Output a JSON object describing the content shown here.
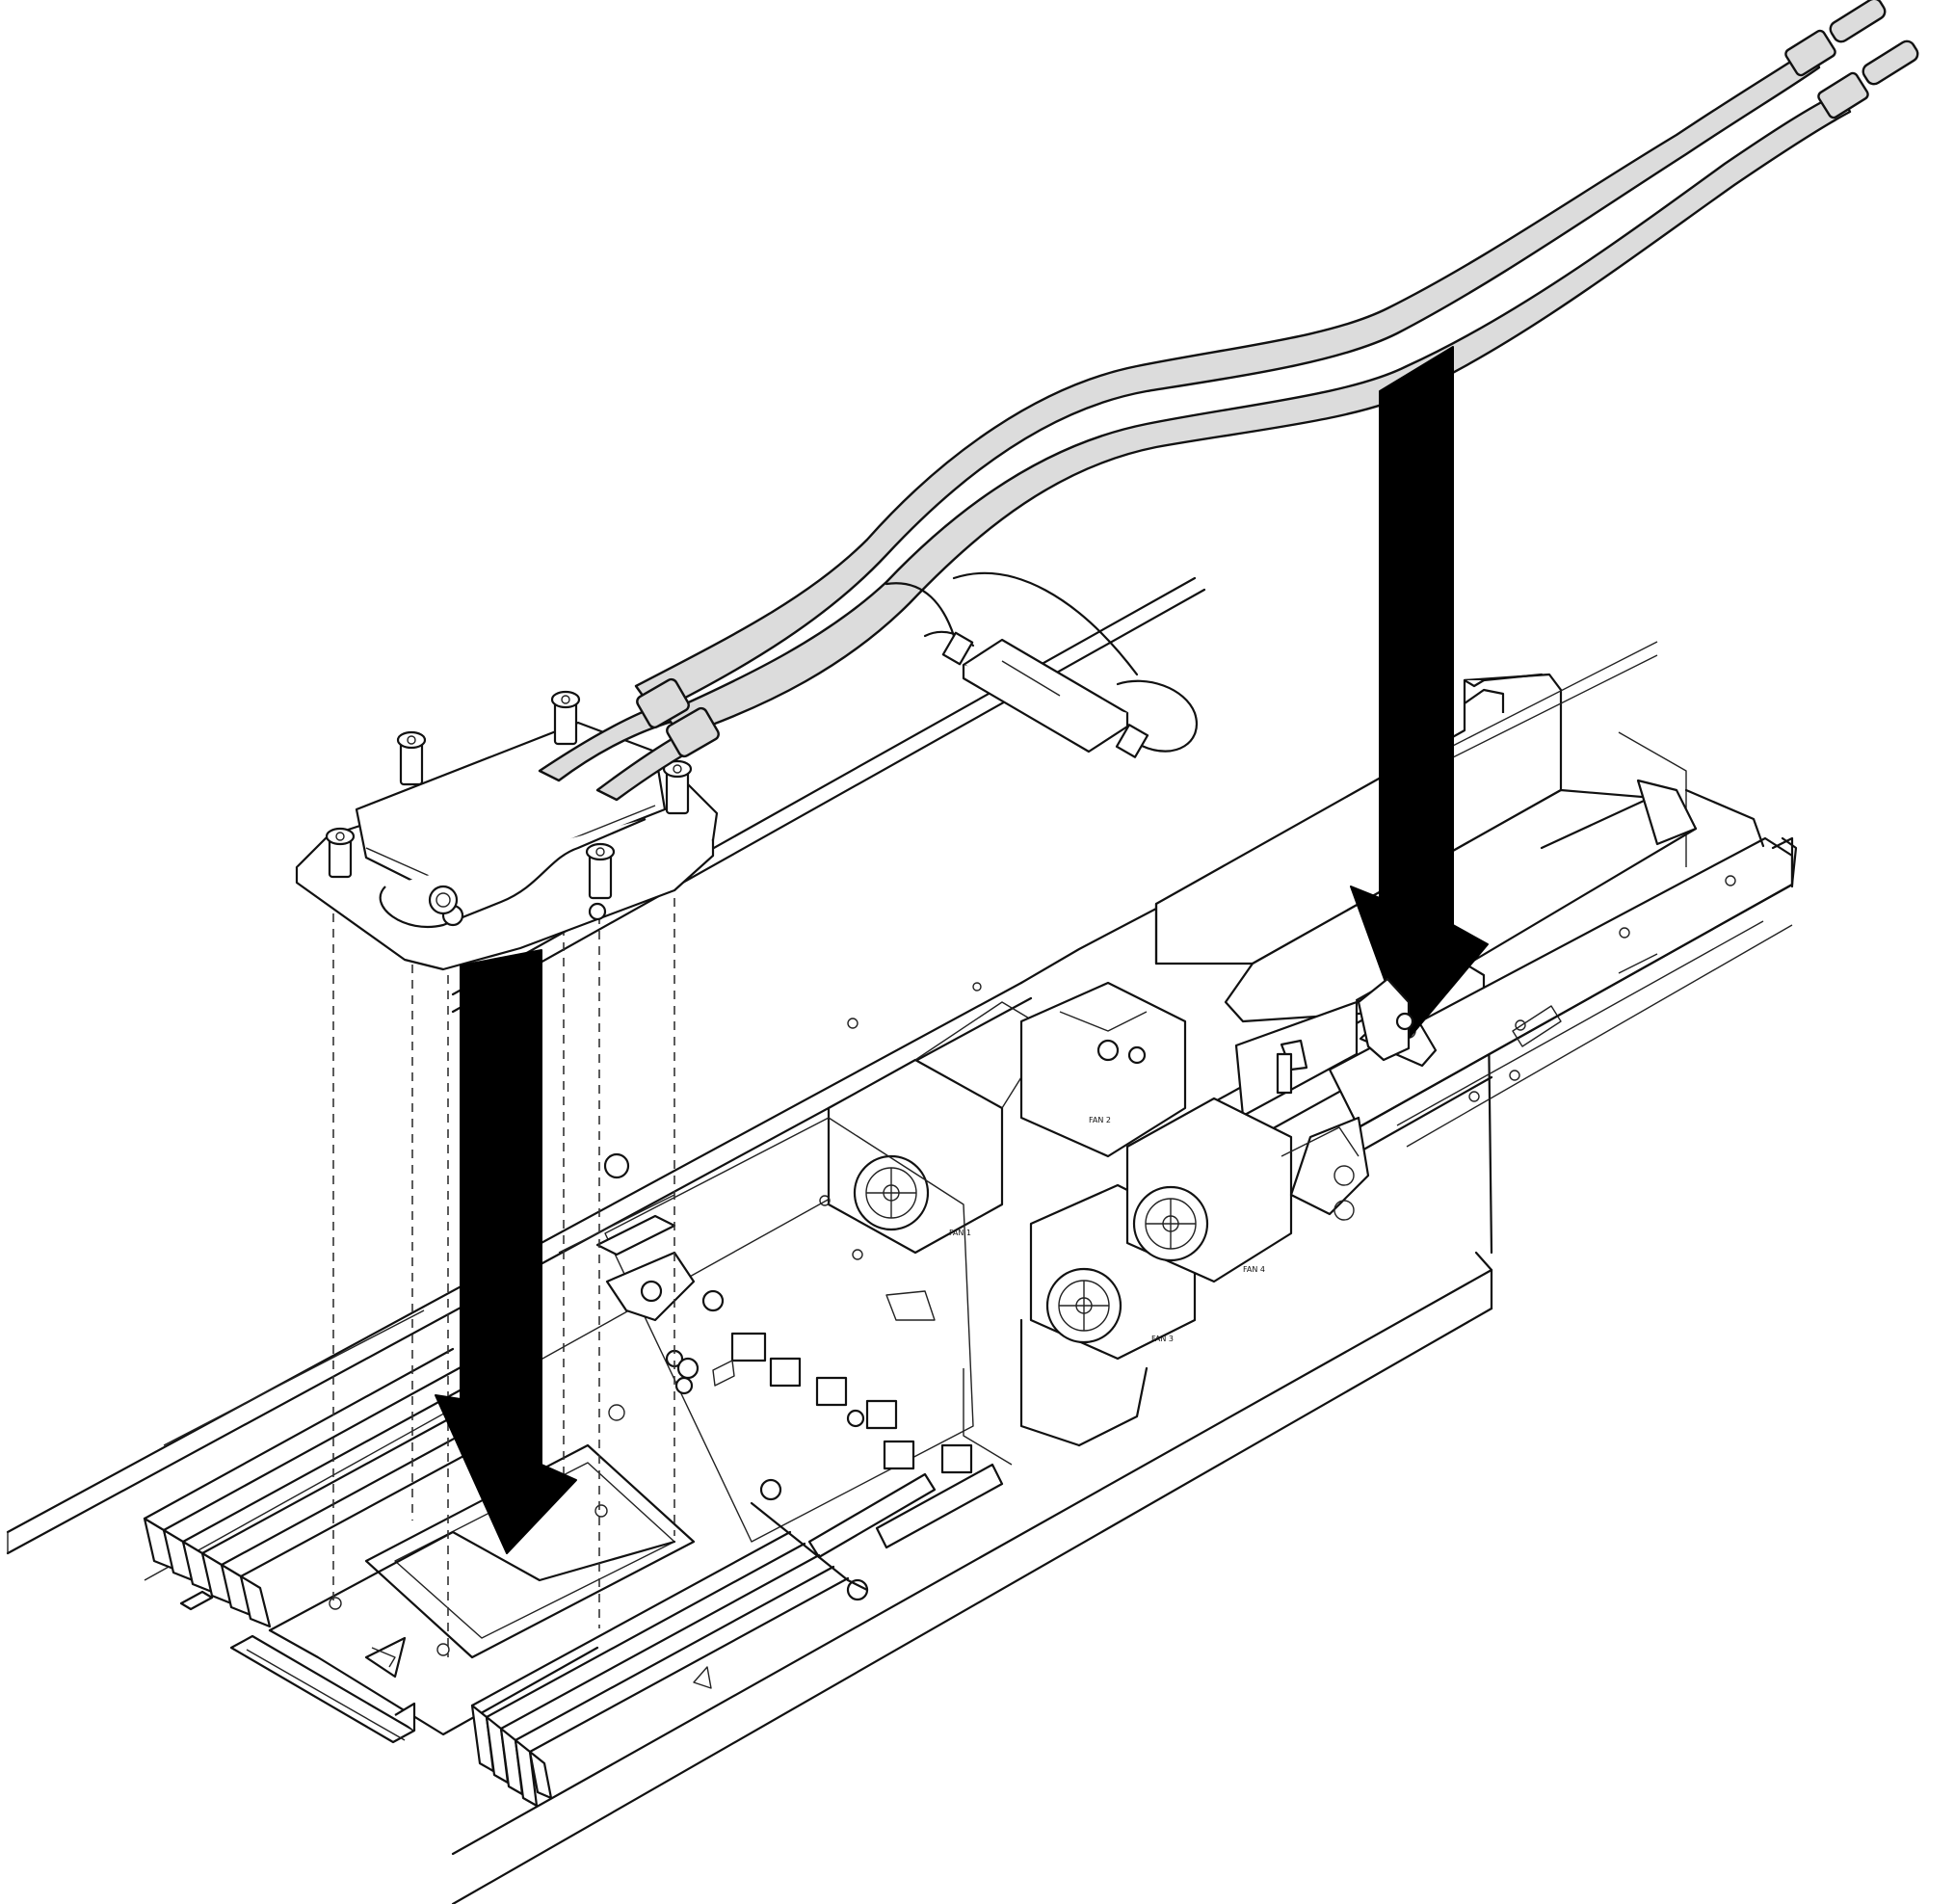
{
  "figure": {
    "fan_labels": [
      "FAN 1",
      "FAN 2",
      "FAN 3",
      "FAN 4"
    ]
  },
  "icons": {
    "arrow_processor": "arrow-down-icon",
    "arrow_bracket": "arrow-down-icon",
    "alignment_mark": "triangle-icon"
  },
  "colors": {
    "line": "#111111",
    "tube_fill": "#dcdcdc",
    "arrow": "#000000",
    "background": "#ffffff"
  }
}
